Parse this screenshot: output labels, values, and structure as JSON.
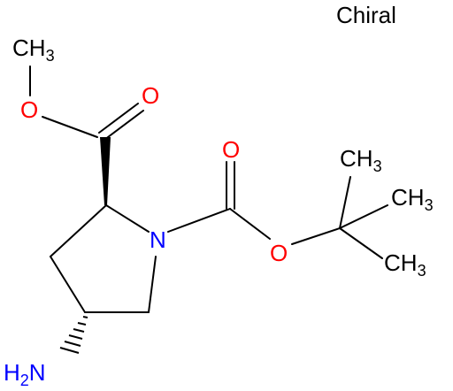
{
  "chiral_label": "Chiral",
  "atoms": {
    "methyl_top": {
      "main": "CH",
      "sub": "3"
    },
    "o_ester_single": "O",
    "o_ester_double": "O",
    "n_ring": "N",
    "o_carbamate_double": "O",
    "o_carbamate_single": "O",
    "tbu_ch3_top": {
      "main": "CH",
      "sub": "3"
    },
    "tbu_ch3_right": {
      "main": "CH",
      "sub": "3"
    },
    "tbu_ch3_bottom": {
      "main": "CH",
      "sub": "3"
    },
    "amine": {
      "main": "H",
      "sub": "2",
      "tail": "N"
    }
  },
  "colors": {
    "bond": "#000000",
    "oxygen": "#ff0000",
    "nitrogen": "#0000ff",
    "text": "#000000"
  }
}
